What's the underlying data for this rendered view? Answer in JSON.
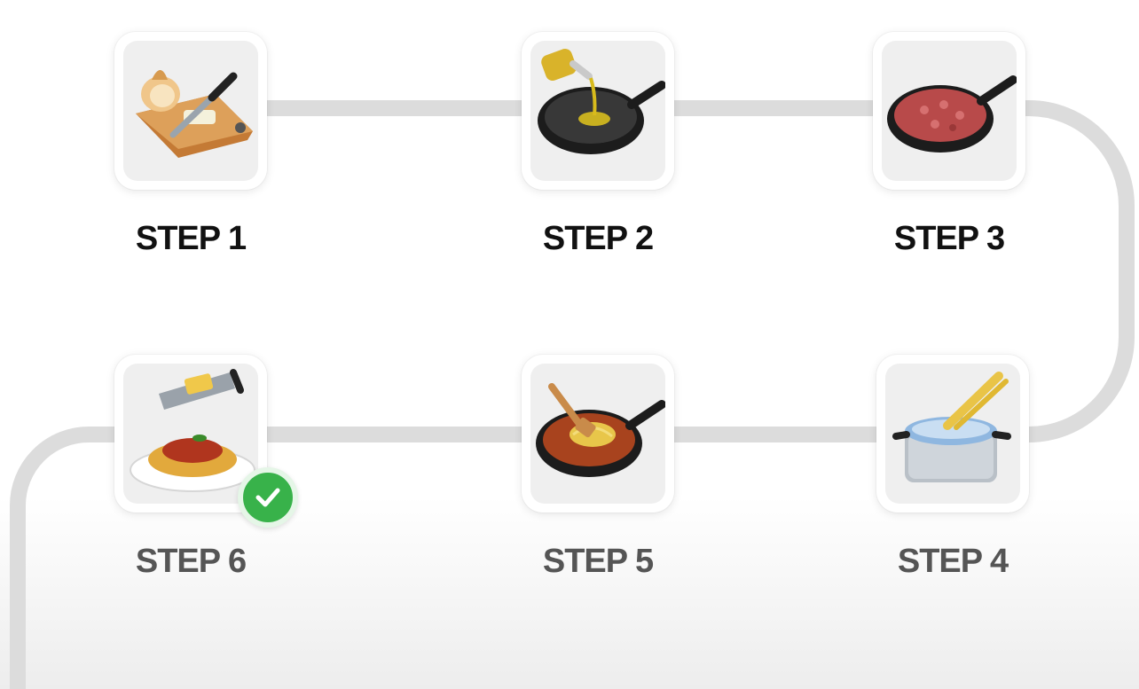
{
  "steps": [
    {
      "label": "STEP 1",
      "icon": "cutting-board-onion-knife-icon"
    },
    {
      "label": "STEP 2",
      "icon": "frying-pan-oil-icon"
    },
    {
      "label": "STEP 3",
      "icon": "pan-ground-meat-icon"
    },
    {
      "label": "STEP 4",
      "icon": "pot-boiling-spaghetti-icon"
    },
    {
      "label": "STEP 5",
      "icon": "pan-sauce-spaghetti-icon"
    },
    {
      "label": "STEP 6",
      "icon": "spaghetti-plate-cheese-grater-icon",
      "completed": true
    }
  ],
  "colors": {
    "track": "#dcdcdc",
    "check": "#38b24a",
    "card_inner": "#efefef"
  }
}
